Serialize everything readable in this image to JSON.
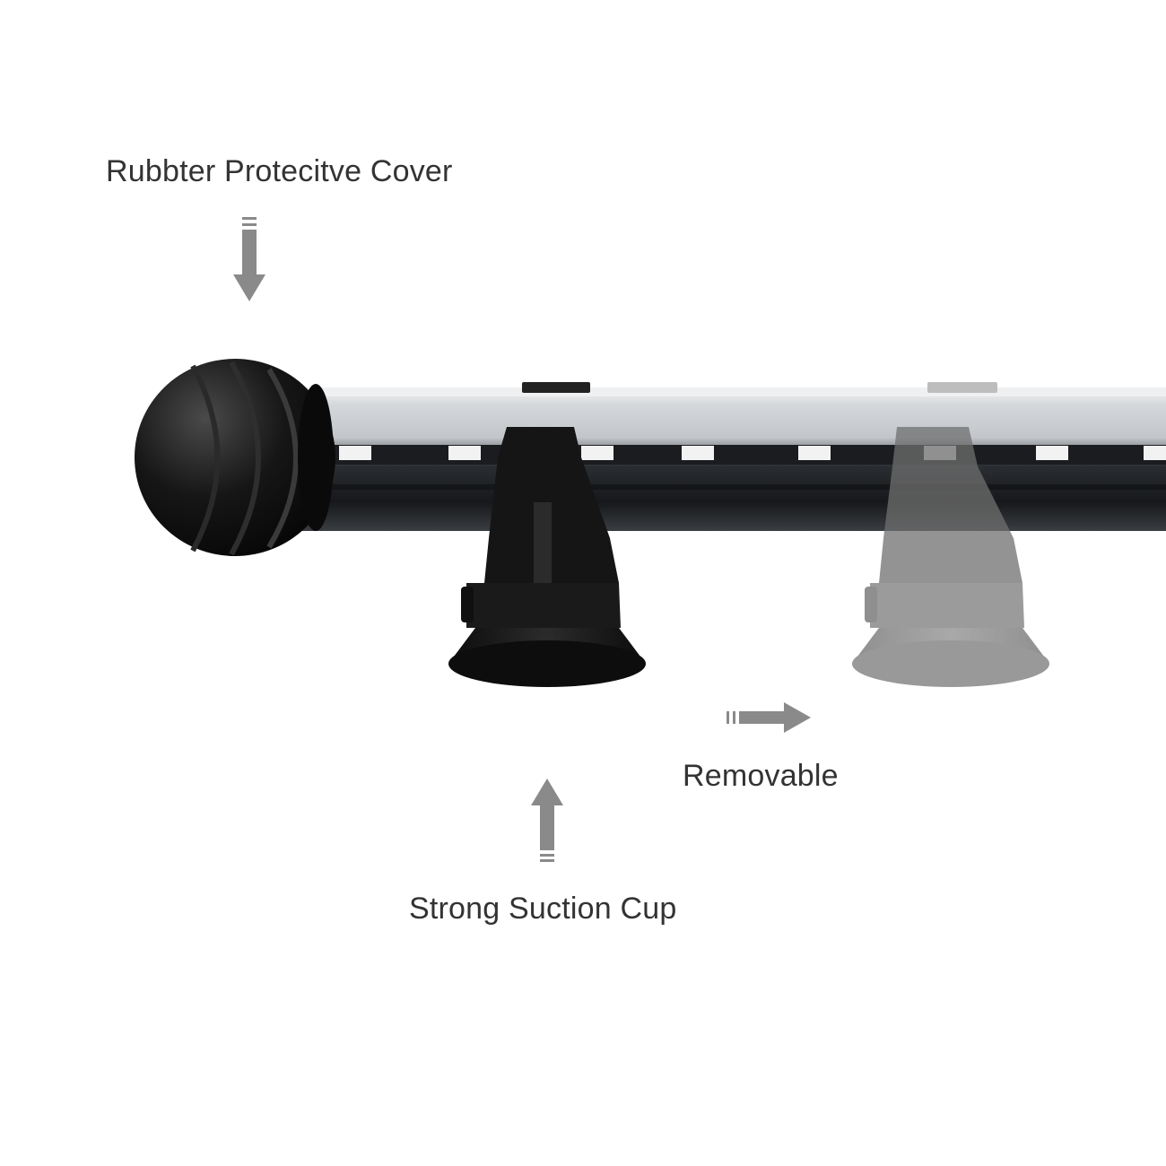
{
  "labels": {
    "cover": "Rubbter Protecitve Cover",
    "removable": "Removable",
    "suction": "Strong Suction Cup"
  },
  "colors": {
    "text": "#333333",
    "arrow": "#8a8a8a",
    "rubber": "#111111",
    "tube_glass": "#d9dcdf",
    "background": "#ffffff"
  },
  "icons": {
    "down_arrow": "down-arrow-icon",
    "right_arrow": "right-arrow-icon",
    "up_arrow": "up-arrow-icon"
  }
}
